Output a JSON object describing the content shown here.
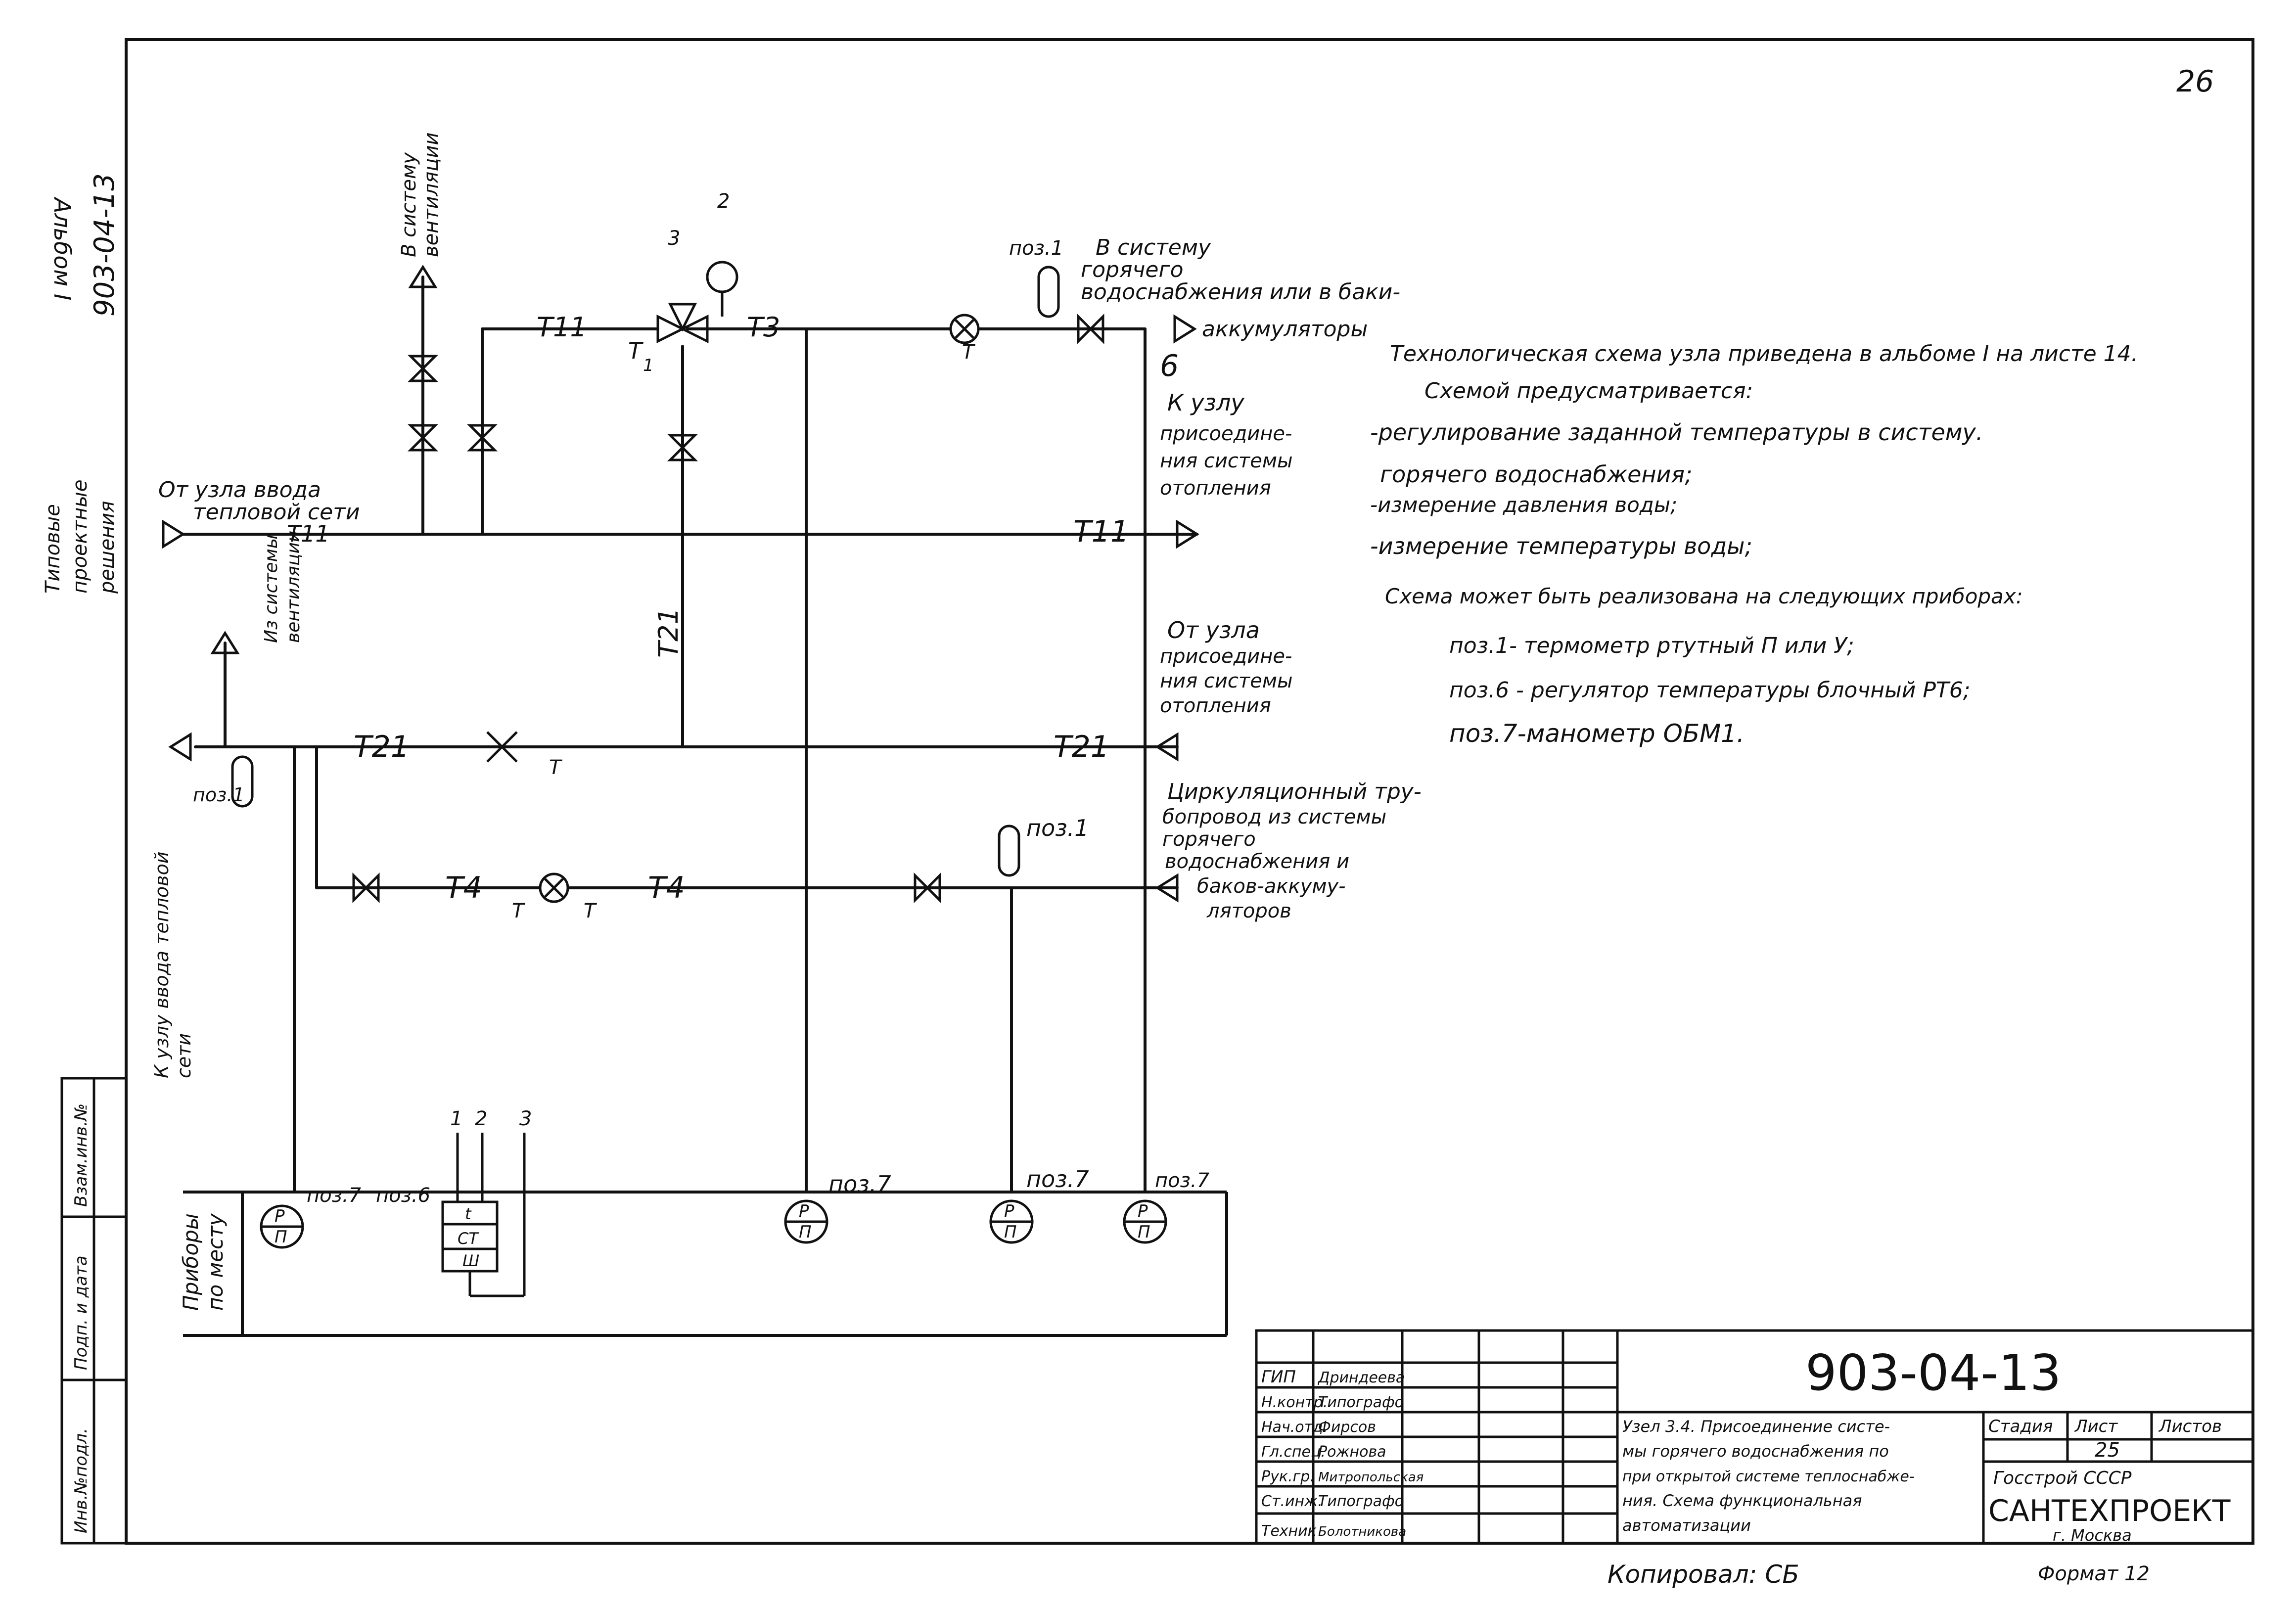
{
  "sheet": {
    "page_number": "26",
    "side_labels": {
      "album": "Альбом I",
      "project_code": "903-04-13",
      "subtitle_lines": [
        "Типовые",
        "проектные",
        "решения"
      ]
    },
    "left_stamp": [
      "Инв.№подл.",
      "Подп. и дата",
      "Взам.инв.№"
    ]
  },
  "diagram": {
    "pipes": {
      "t11": "T11",
      "t21": "T21",
      "t3": "T3",
      "t4": "T4",
      "t": "T",
      "t1_sub": "T",
      "t1_idx": "1"
    },
    "labels": {
      "from_heat_input_1": "От узла ввода",
      "from_heat_input_2": "тепловой сети",
      "to_vent_1": "В систему",
      "to_vent_2": "вентиляции",
      "from_vent_1": "Из системы",
      "from_vent_2": "вентиляции",
      "hot_water_1": "В систему",
      "hot_water_2": "горячего",
      "hot_water_3": "водоснабжения или в баки-",
      "hot_water_4": "аккумуляторы",
      "to_heating_1": "К узлу",
      "to_heating_2": "присоедине-",
      "to_heating_3": "ния системы",
      "to_heating_4": "отопления",
      "from_heating_1": "От узла",
      "from_heating_2": "присоедине-",
      "from_heating_3": "ния системы",
      "from_heating_4": "отопления",
      "circ_1": "Циркуляционный тру-",
      "circ_2": "бопровод из системы",
      "circ_3": "горячего",
      "circ_4": "водоснабжения и",
      "circ_5": "баков-аккуму-",
      "circ_6": "ляторов",
      "to_input_1": "К узлу ввода тепловой",
      "to_input_2": "сети",
      "pos1_top": "поз.1",
      "pos1_mid": "поз.1",
      "pos1_left": "поз.1",
      "pos6_tag": "6",
      "n1": "1",
      "n2": "2",
      "n3": "3",
      "n2_top": "2",
      "n3_top": "3"
    },
    "panel": {
      "title_1": "Приборы",
      "title_2": "по месту",
      "pos7_a": "поз.7",
      "pos6": "поз.6",
      "pos7_b": "поз.7",
      "pos7_c": "поз.7",
      "pos7_d": "поз.7",
      "gauge_top": "P",
      "gauge_bottom": "П",
      "reg_top": "t",
      "reg_mid": "СТ",
      "reg_bot": "Ш"
    }
  },
  "notes": [
    "Технологическая схема узла приведена в альбоме I на листе 14.",
    "Схемой предусматривается:",
    "-регулирование заданной температуры в систему.",
    "горячего водоснабжения;",
    "-измерение давления воды;",
    "-измерение температуры воды;",
    "Схема может быть реализована на следующих приборах:",
    "поз.1- термометр ртутный П или У;",
    "поз.6 - регулятор температуры блочный РТ6;",
    "поз.7-манометр ОБМ1."
  ],
  "title_block": {
    "code": "903-04-13",
    "roles": [
      "ГИП",
      "Н.контр.",
      "Нач.отд.",
      "Гл.спец.",
      "Рук.гр.",
      "Ст.инж.",
      "Техник"
    ],
    "names": [
      "Дриндеева",
      "Типографо",
      "Фирсов",
      "Рожнова",
      "Митропольская",
      "Типографо",
      "Болотникова"
    ],
    "description": [
      "Узел 3.4. Присоединение систе-",
      "мы горячего водоснабжения по",
      "при открытой системе теплоснабже-",
      "ния. Схема функциональная",
      "автоматизации"
    ],
    "stage_label": "Стадия",
    "sheet_label": "Лист",
    "sheets_label": "Листов",
    "sheet_value": "25",
    "org_1": "Госстрой СССР",
    "org_2": "САНТЕХПРОЕКТ",
    "org_3": "г. Москва"
  },
  "footer": {
    "copied": "Копировал: СБ",
    "format": "Формат 12"
  }
}
